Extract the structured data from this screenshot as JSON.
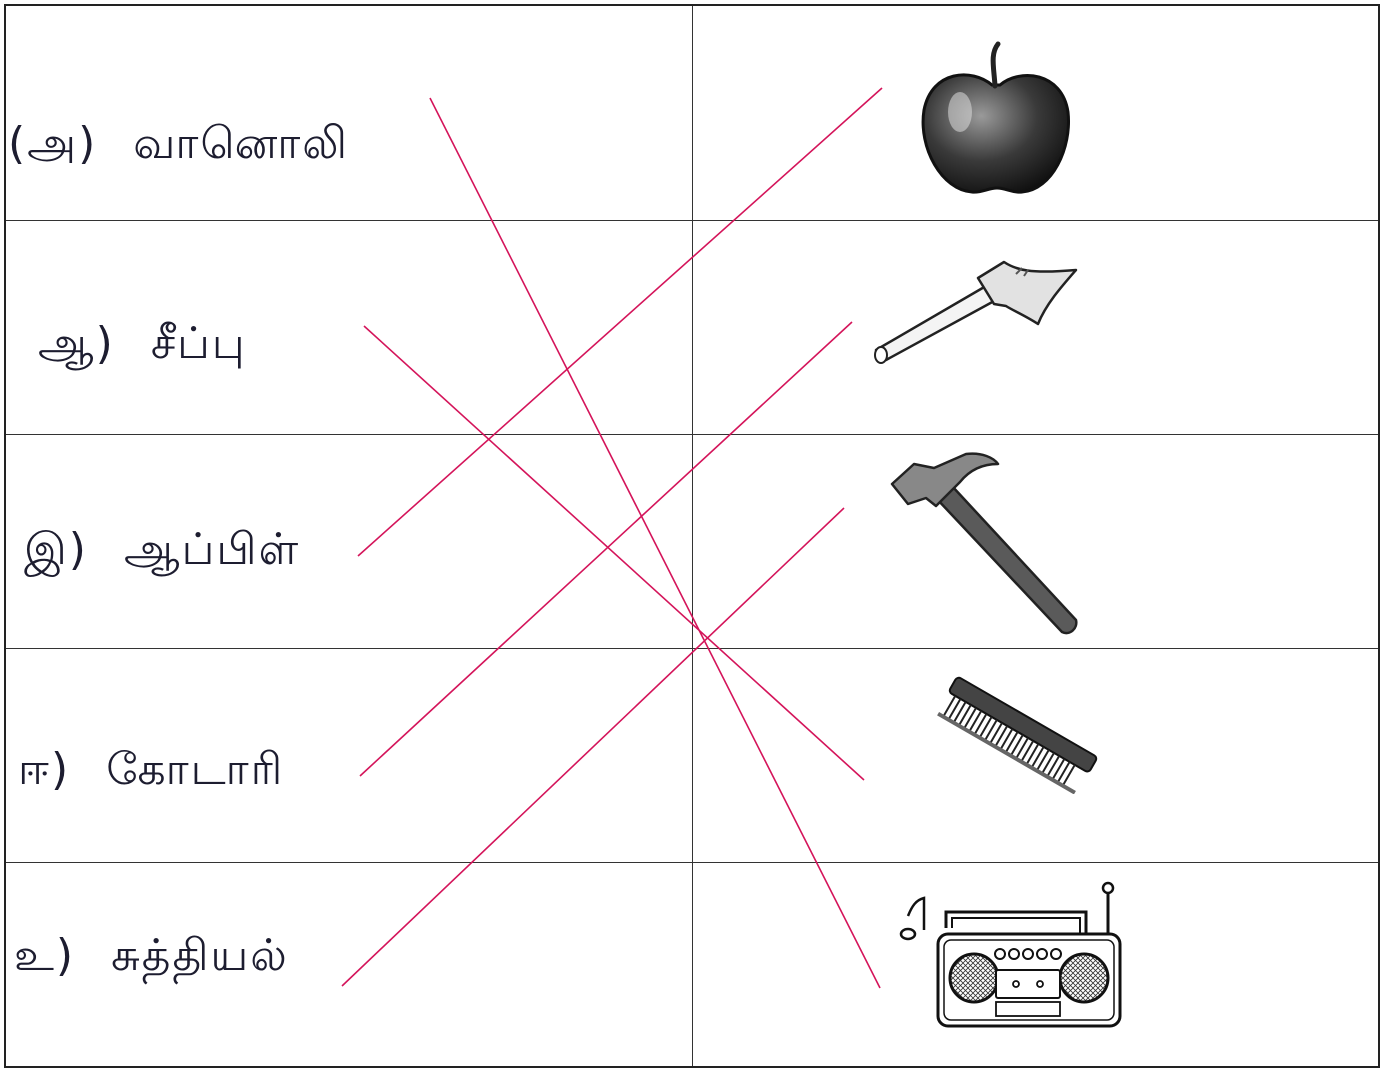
{
  "rows": [
    {
      "letter": "(அ)",
      "word": "வானொலி",
      "picture": "apple-picture"
    },
    {
      "letter": "ஆ)",
      "word": "சீப்பு",
      "picture": "axe-picture"
    },
    {
      "letter": "இ)",
      "word": "ஆப்பிள்",
      "picture": "hammer-picture"
    },
    {
      "letter": "ஈ)",
      "word": "கோடாரி",
      "picture": "comb-picture"
    },
    {
      "letter": "உ)",
      "word": "சுத்தியல்",
      "picture": "radio-picture"
    }
  ],
  "colors": {
    "ink": "#1d1d30",
    "answer_line": "#d4145a",
    "grid": "#333333"
  }
}
